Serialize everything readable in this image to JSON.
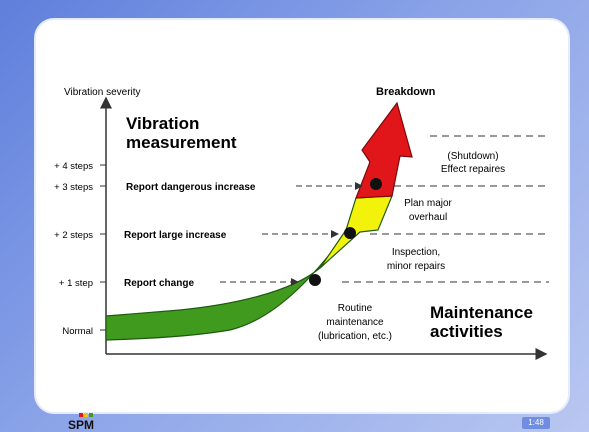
{
  "diagram": {
    "y_axis_title": "Vibration severity",
    "levels": [
      "+ 4 steps",
      "+ 3 steps",
      "+ 2 steps",
      "+ 1 step",
      "Normal"
    ],
    "heading_measurement": [
      "Vibration",
      "measurement"
    ],
    "heading_maintenance": [
      "Maintenance",
      "activities"
    ],
    "breakdown": "Breakdown",
    "reports": [
      "Report dangerous increase",
      "Report large increase",
      "Report change"
    ],
    "activities": {
      "shutdown": [
        "(Shutdown)",
        "Effect repaires"
      ],
      "overhaul": [
        "Plan major",
        "overhaul"
      ],
      "inspection": [
        "Inspection,",
        "minor repairs"
      ],
      "routine": [
        "Routine",
        "maintenance",
        "(lubrication, etc.)"
      ]
    },
    "colors": {
      "green": "#3f9a1e",
      "yellow": "#f2f20a",
      "red": "#e0161b"
    }
  },
  "footer": {
    "logo": "SPM",
    "page": "1:48"
  }
}
